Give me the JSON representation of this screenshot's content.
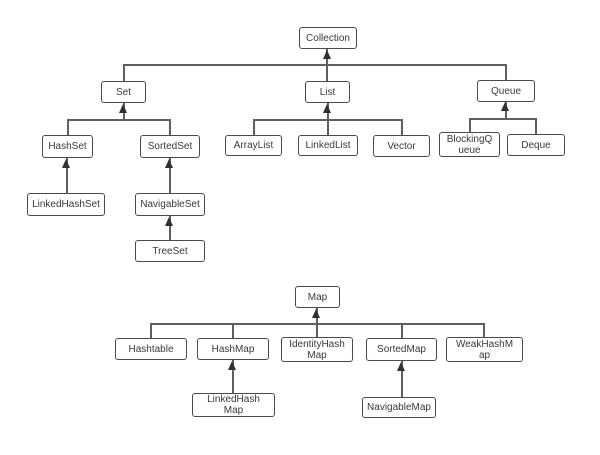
{
  "diagram": {
    "description": "Java collections framework inheritance hierarchy",
    "colors": {
      "background": "#ffffff",
      "box_fill": "#ffffff",
      "box_border": "#4a4a4a",
      "line": "#5f5f5f",
      "arrowhead": "#303030",
      "text": "#3a3a3a"
    },
    "nodes": {
      "collection": {
        "label": "Collection"
      },
      "set": {
        "label": "Set"
      },
      "list": {
        "label": "List"
      },
      "queue": {
        "label": "Queue"
      },
      "hashset": {
        "label": "HashSet"
      },
      "sortedset": {
        "label": "SortedSet"
      },
      "arraylist": {
        "label": "ArrayList"
      },
      "linkedlist": {
        "label": "LinkedList"
      },
      "vector": {
        "label": "Vector"
      },
      "blockingqueue": {
        "label": "BlockingQueue"
      },
      "deque": {
        "label": "Deque"
      },
      "linkedhashset": {
        "label": "LinkedHashSet"
      },
      "navigableset": {
        "label": "NavigableSet"
      },
      "treeset": {
        "label": "TreeSet"
      },
      "map": {
        "label": "Map"
      },
      "hashtable": {
        "label": "Hashtable"
      },
      "hashmap": {
        "label": "HashMap"
      },
      "identityhashmap": {
        "label": "IdentityHashMap"
      },
      "sortedmap": {
        "label": "SortedMap"
      },
      "weakhashmap": {
        "label": "WeakHashMap"
      },
      "linkedhashmap": {
        "label": "LinkedHashMap"
      },
      "navigablemap": {
        "label": "NavigableMap"
      }
    },
    "edges": [
      {
        "child": "Set",
        "parent": "Collection"
      },
      {
        "child": "List",
        "parent": "Collection"
      },
      {
        "child": "Queue",
        "parent": "Collection"
      },
      {
        "child": "HashSet",
        "parent": "Set"
      },
      {
        "child": "SortedSet",
        "parent": "Set"
      },
      {
        "child": "ArrayList",
        "parent": "List"
      },
      {
        "child": "LinkedList",
        "parent": "List"
      },
      {
        "child": "Vector",
        "parent": "List"
      },
      {
        "child": "BlockingQueue",
        "parent": "Queue"
      },
      {
        "child": "Deque",
        "parent": "Queue"
      },
      {
        "child": "LinkedHashSet",
        "parent": "HashSet"
      },
      {
        "child": "NavigableSet",
        "parent": "SortedSet"
      },
      {
        "child": "TreeSet",
        "parent": "NavigableSet"
      },
      {
        "child": "Hashtable",
        "parent": "Map"
      },
      {
        "child": "HashMap",
        "parent": "Map"
      },
      {
        "child": "IdentityHashMap",
        "parent": "Map"
      },
      {
        "child": "SortedMap",
        "parent": "Map"
      },
      {
        "child": "WeakHashMap",
        "parent": "Map"
      },
      {
        "child": "LinkedHashMap",
        "parent": "HashMap"
      },
      {
        "child": "NavigableMap",
        "parent": "SortedMap"
      }
    ]
  }
}
